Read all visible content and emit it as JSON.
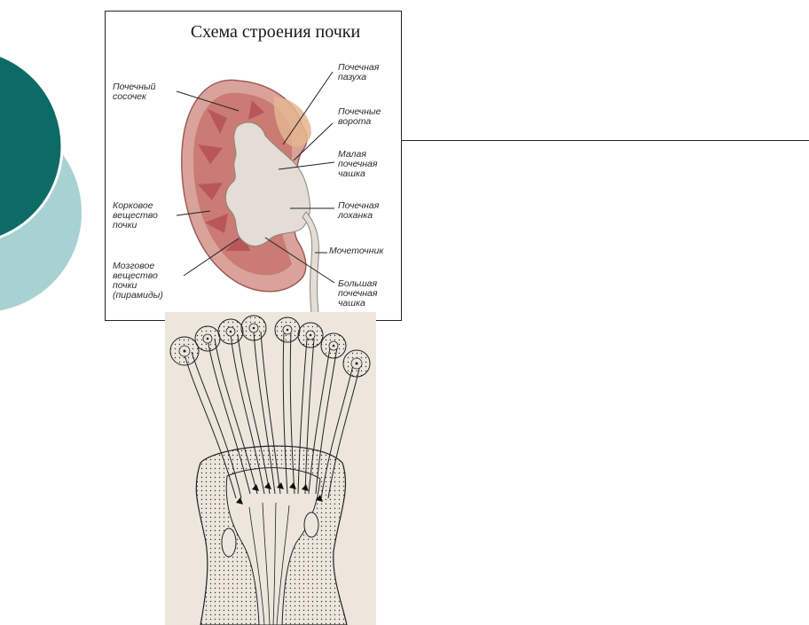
{
  "kidney": {
    "title": "Схема строения почки",
    "labels": {
      "papilla": "Почечный\nсосочек",
      "sinus": "Почечная\nпазуха",
      "hilum": "Почечные\nворота",
      "minor_calyx": "Малая\nпочечная\nчашка",
      "cortex": "Корковое\nвещество\nпочки",
      "pelvis": "Почечная\nлоханка",
      "ureter": "Мочеточник",
      "medulla": "Мозговое\nвещество\nпочки\n(пирамиды)",
      "major_calyx": "Большая\nпочечная\nчашка"
    }
  },
  "colors": {
    "teal_dark": "#0d6b66",
    "teal_light": "#a8d2d2",
    "kidney_outer": "#d9a39b",
    "kidney_cortex": "#c97b74",
    "kidney_pyramid": "#b8565a",
    "pelvis": "#e3ddd6",
    "paper": "#ece6dc"
  }
}
